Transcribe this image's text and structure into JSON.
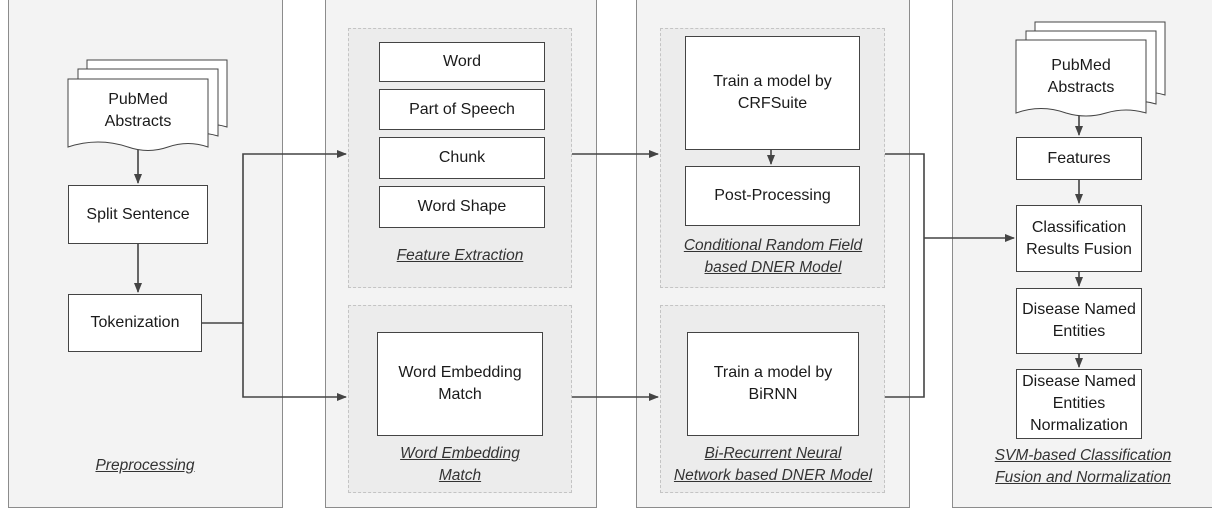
{
  "preprocessing": {
    "caption": "Preprocessing",
    "doc_label": "PubMed\nAbstracts",
    "split_sentence": "Split Sentence",
    "tokenization": "Tokenization"
  },
  "feature_extraction": {
    "items": [
      "Word",
      "Part of Speech",
      "Chunk",
      "Word Shape"
    ],
    "caption": "Feature Extraction"
  },
  "word_embedding": {
    "box": "Word Embedding\nMatch",
    "caption": "Word Embedding\nMatch"
  },
  "crf": {
    "train": "Train a model by\nCRFSuite",
    "post": "Post-Processing",
    "caption": "Conditional Random Field\nbased DNER Model"
  },
  "birnn": {
    "train": "Train a model by\nBiRNN",
    "caption": "Bi-Recurrent Neural\nNetwork based DNER Model"
  },
  "svm": {
    "doc_label": "PubMed\nAbstracts",
    "features": "Features",
    "fusion": "Classification\nResults Fusion",
    "entities": "Disease Named\nEntities",
    "normalization": "Disease Named\nEntities\nNormalization",
    "caption": "SVM-based Classification\nFusion and Normalization"
  }
}
